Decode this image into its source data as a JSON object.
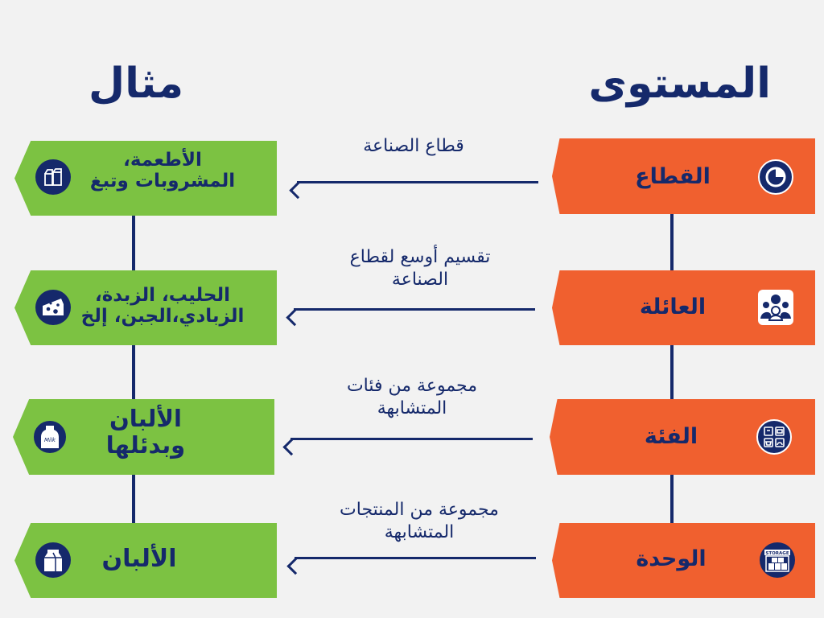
{
  "headings": {
    "level": "المستوى",
    "example": "مثال"
  },
  "rows": [
    {
      "level": "القطاع",
      "description": "قطاع الصناعة",
      "example": [
        "الأطعمة،",
        "المشروبات وتبغ"
      ],
      "level_icon": "pie-chart-icon",
      "example_icon": "food-packages-icon"
    },
    {
      "level": "العائلة",
      "description": [
        "تقسيم أوسع لقطاع",
        "الصناعة"
      ],
      "example": [
        "الحليب، الزبدة،",
        "الزبادي،الجبن، إلخ"
      ],
      "level_icon": "family-icon",
      "example_icon": "cheese-icon"
    },
    {
      "level": "الفئة",
      "description": [
        "مجموعة من فئات",
        "المتشابهة"
      ],
      "example": [
        "الألبان",
        "وبدئلها"
      ],
      "level_icon": "category-grid-icon",
      "example_icon": "milk-bottle-icon"
    },
    {
      "level": "الوحدة",
      "description": [
        "مجموعة من المنتجات",
        "المتشابهة"
      ],
      "example": [
        "الألبان"
      ],
      "level_icon": "storage-icon",
      "example_icon": "milk-carton-icon"
    }
  ],
  "icon_text": {
    "milk": "Milk",
    "storage": "STORAGE"
  },
  "colors": {
    "navy": "#15296b",
    "orange": "#f0602f",
    "green": "#7cc242",
    "background": "#f2f2f2"
  }
}
